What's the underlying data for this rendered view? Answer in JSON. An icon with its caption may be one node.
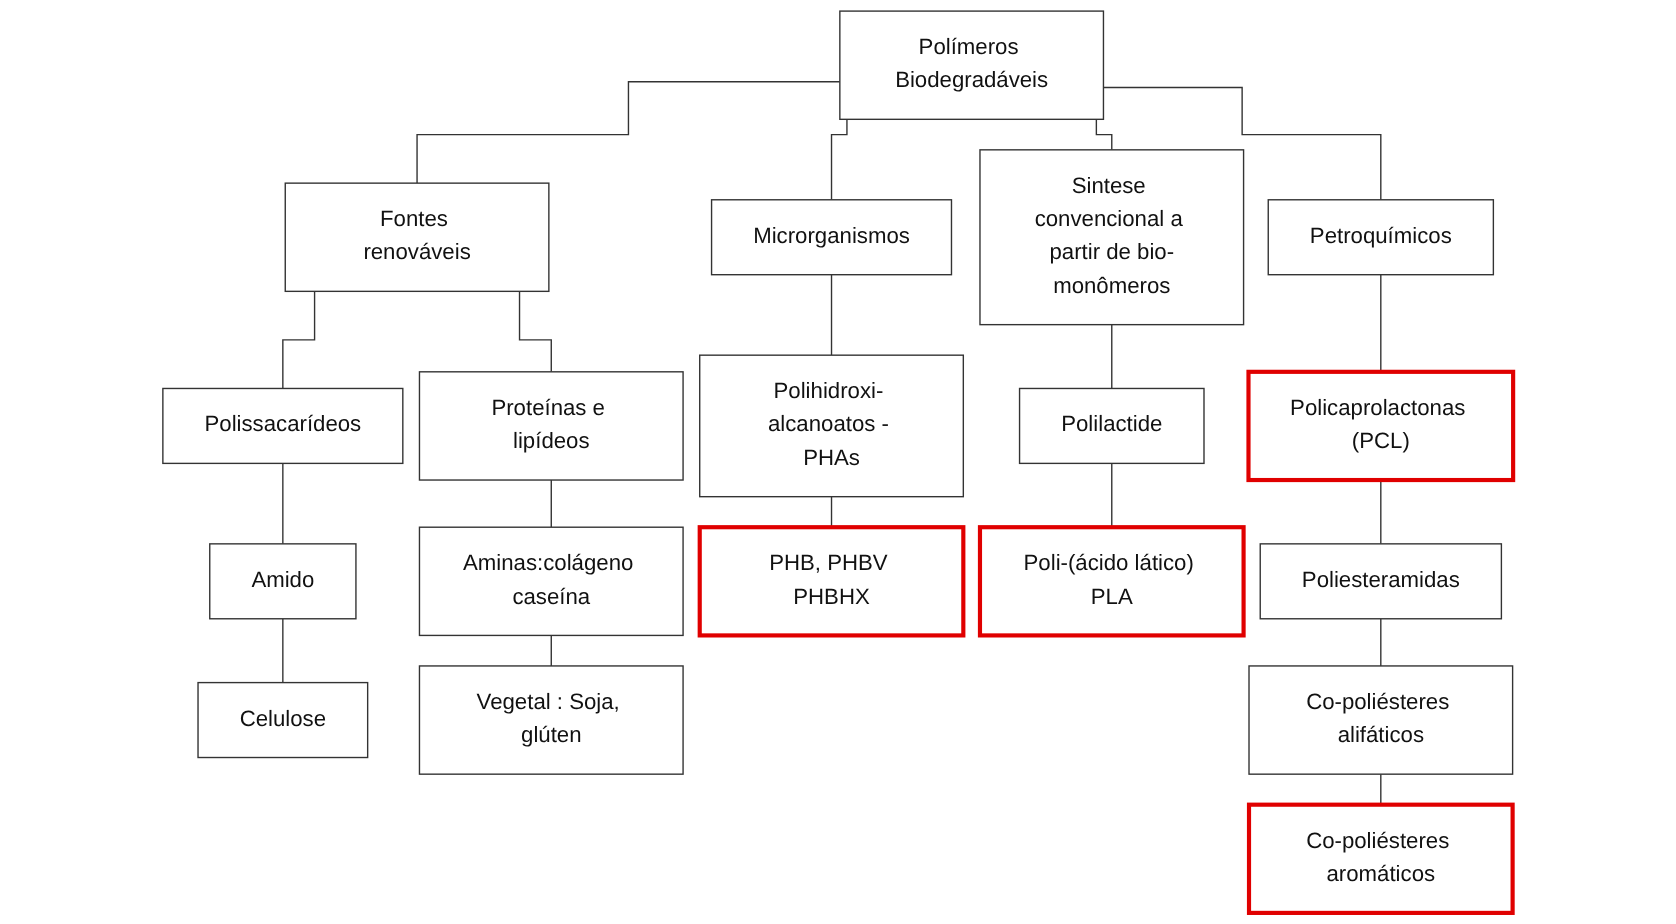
{
  "diagram": {
    "nodes": [
      {
        "text": [
          "Polímeros Biodegradáveis"
        ]
      },
      {
        "text": [
          "Fontes renováveis"
        ]
      },
      {
        "text": [
          "Microrganismos"
        ]
      },
      {
        "text": [
          "Sintese convencional a partir de bio-monômeros"
        ]
      },
      {
        "text": [
          "Petroquímicos"
        ]
      },
      {
        "text": [
          "Polissacarídeos"
        ]
      },
      {
        "text": [
          "Proteínas e lipídeos"
        ]
      },
      {
        "text": [
          "Amido"
        ]
      },
      {
        "text": [
          "Celulose"
        ]
      },
      {
        "text": [
          "Aminas:colágeno caseína"
        ]
      },
      {
        "text": [
          "Vegetal : Soja, glúten"
        ]
      },
      {
        "text": [
          "Polihidroxi- alcanoatos - PHAs"
        ]
      },
      {
        "text": [
          "PHB, PHBV PHBHX"
        ]
      },
      {
        "text": [
          "Polilactide"
        ]
      },
      {
        "text": [
          "Poli-(ácido lático) PLA"
        ]
      },
      {
        "text": [
          "Policaprolactonas (PCL)"
        ]
      },
      {
        "text": [
          "Poliesteramidas"
        ]
      },
      {
        "text": [
          "Co-poliésteres alifáticos"
        ]
      },
      {
        "text": [
          "Co-poliésteres aromáticos"
        ]
      }
    ],
    "edges": [
      {
        "from": 0,
        "to": 1,
        "arrow": "none"
      },
      {
        "from": 0,
        "to": 2,
        "arrow": "none"
      },
      {
        "from": 0,
        "to": 3,
        "arrow": "none"
      },
      {
        "from": 0,
        "to": 4,
        "arrow": "none"
      },
      {
        "from": 1,
        "to": 5,
        "arrow": "none"
      },
      {
        "from": 1,
        "to": 6,
        "arrow": "none"
      },
      {
        "from": 5,
        "to": 7,
        "arrow": "none"
      },
      {
        "from": 7,
        "to": 8,
        "arrow": "none"
      },
      {
        "from": 6,
        "to": 9,
        "arrow": "none"
      },
      {
        "from": 9,
        "to": 10,
        "arrow": "none"
      },
      {
        "from": 2,
        "to": 11,
        "arrow": "none"
      },
      {
        "from": 11,
        "to": 12,
        "arrow": "none"
      },
      {
        "from": 3,
        "to": 13,
        "arrow": "none"
      },
      {
        "from": 13,
        "to": 14,
        "arrow": "none"
      },
      {
        "from": 4,
        "to": 15,
        "arrow": "none"
      },
      {
        "from": 15,
        "to": 16,
        "arrow": "none"
      },
      {
        "from": 16,
        "to": 17,
        "arrow": "none"
      },
      {
        "from": 17,
        "to": 18,
        "arrow": "none"
      }
    ]
  }
}
